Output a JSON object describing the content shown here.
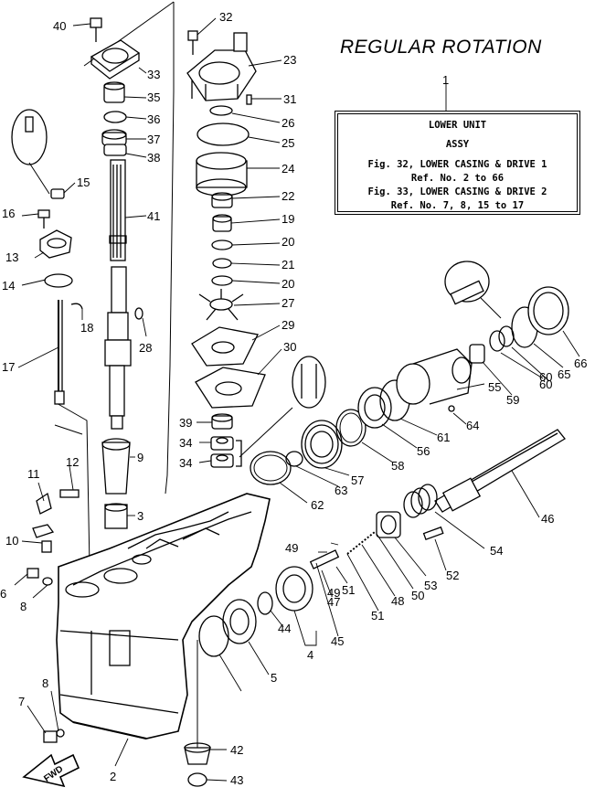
{
  "title": "REGULAR ROTATION",
  "reference_box": {
    "callout_number": "1",
    "lines": [
      "LOWER UNIT",
      "ASSY",
      "Fig. 32, LOWER CASING & DRIVE 1",
      "Ref. No. 2 to 66",
      "Fig. 33, LOWER CASING & DRIVE 2",
      "Ref. No. 7, 8, 15 to 17"
    ]
  },
  "bubble_icons": [
    "grease-marker",
    "sealant-marker",
    "grease-marker",
    "sealant-marker"
  ],
  "fwd_label": "FWD",
  "callouts": [
    "40",
    "33",
    "35",
    "36",
    "37",
    "38",
    "41",
    "32",
    "23",
    "31",
    "26",
    "25",
    "24",
    "22",
    "19",
    "20",
    "21",
    "20",
    "27",
    "29",
    "30",
    "15",
    "16",
    "13",
    "14",
    "18",
    "17",
    "28",
    "39",
    "34",
    "34",
    "9",
    "3",
    "12",
    "11",
    "10",
    "6",
    "8",
    "8",
    "7",
    "2",
    "42",
    "43",
    "62",
    "63",
    "57",
    "58",
    "56",
    "61",
    "64",
    "55",
    "59",
    "60",
    "60",
    "65",
    "66",
    "46",
    "54",
    "52",
    "53",
    "50",
    "48",
    "51",
    "51",
    "49",
    "49",
    "47",
    "45",
    "44",
    "4",
    "5"
  ]
}
